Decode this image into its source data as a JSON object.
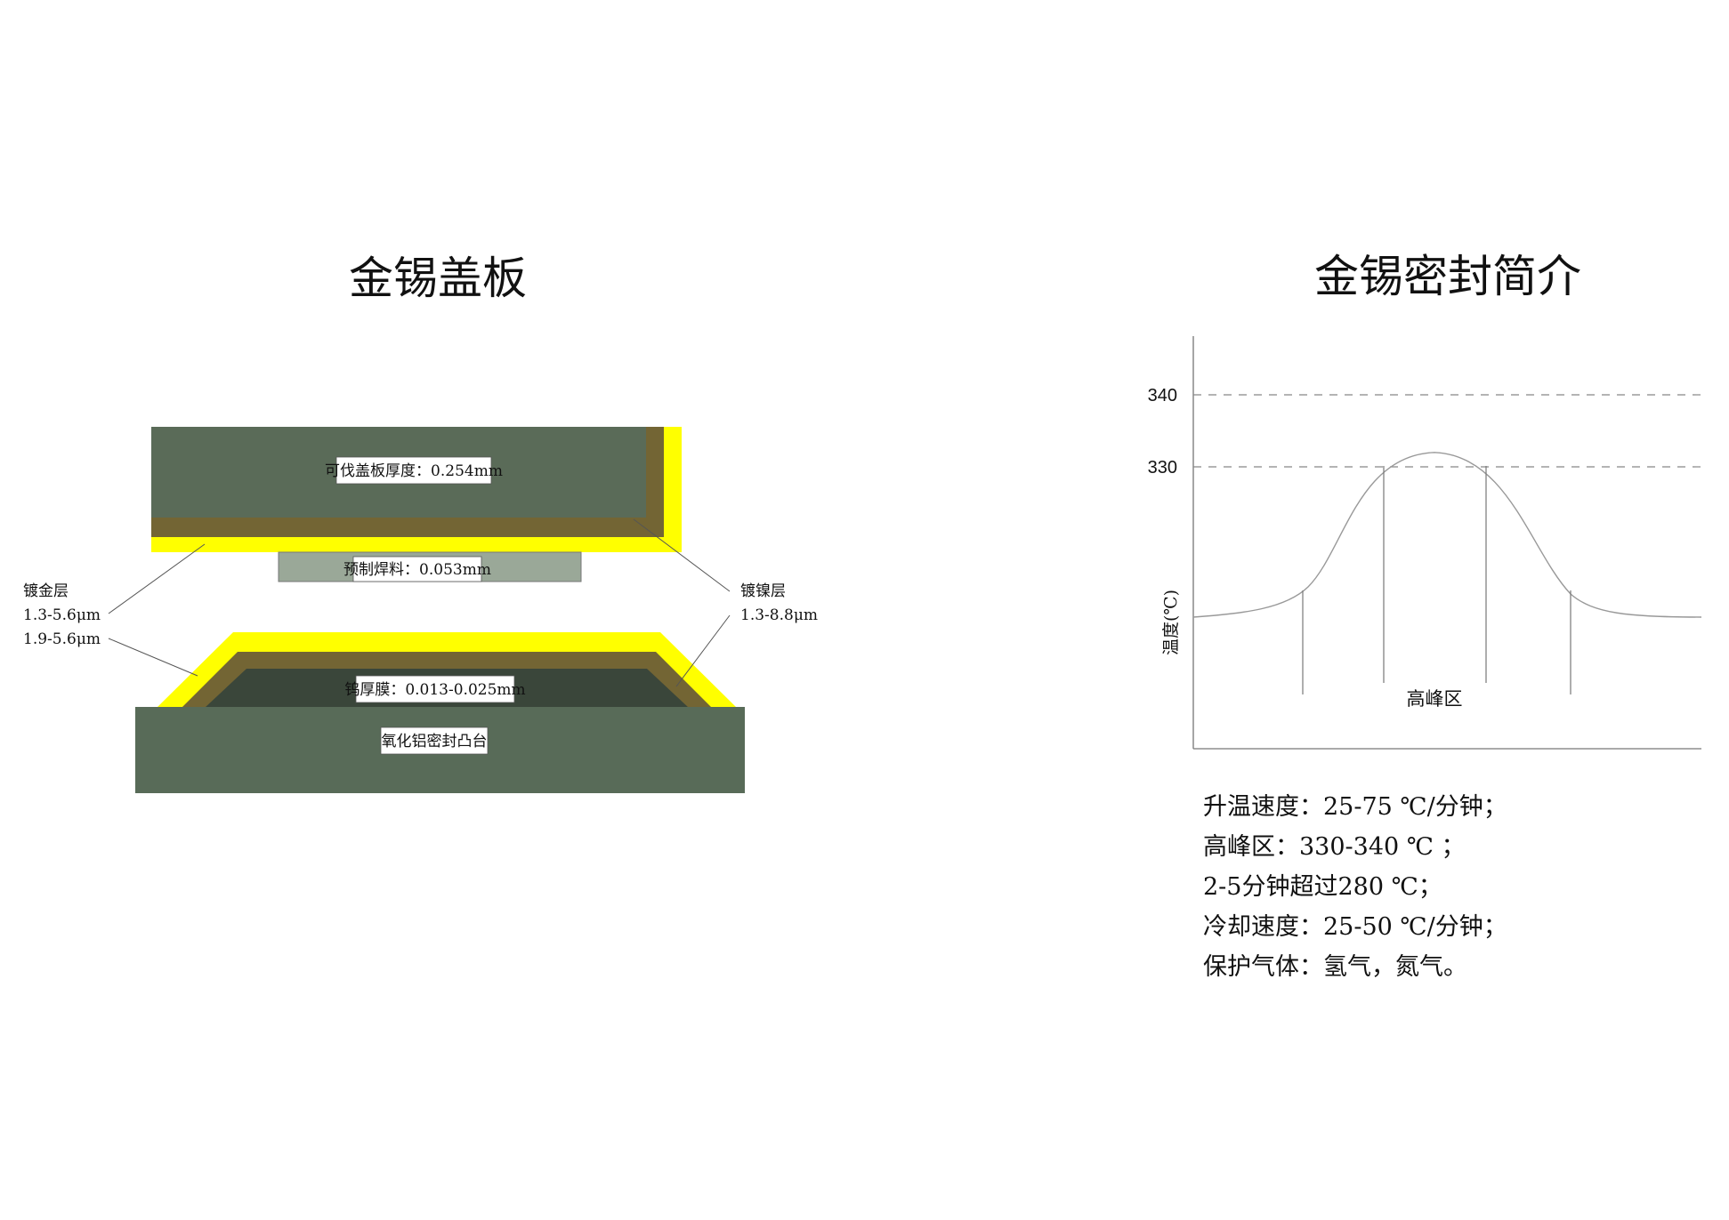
{
  "left": {
    "title": "金锡盖板",
    "labels": {
      "cover_thickness": "可伐盖板厚度：0.254mm",
      "preform": "预制焊料：0.053mm",
      "tungsten": "钨厚膜：0.013-0.025mm",
      "base": "氧化铝密封凸台",
      "gold_layer_title": "镀金层",
      "gold_layer_range1": "1.3-5.6μm",
      "gold_layer_range2": "1.9-5.6μm",
      "nickel_layer_title": "镀镍层",
      "nickel_layer_range": "1.3-8.8μm"
    },
    "colors": {
      "kovar": "#5a6b58",
      "nickel": "#736534",
      "gold": "#ffff00",
      "preform": "#9aa898",
      "tungsten": "#3a463a",
      "base": "#586b58"
    }
  },
  "right": {
    "title": "金锡密封简介",
    "chart_data": {
      "type": "line",
      "ylabel": "温度(℃)",
      "y_ticks": [
        330,
        340
      ],
      "y_dashed_refs": [
        330,
        340
      ],
      "peak_region_label": "高峰区",
      "peak_value": 332,
      "grid": false
    },
    "params": [
      "升温速度：25-75 ℃/分钟；",
      "高峰区：330-340 ℃ ；",
      "2-5分钟超过280 ℃；",
      "冷却速度：25-50 ℃/分钟；",
      "保护气体：氢气，氮气。"
    ]
  }
}
